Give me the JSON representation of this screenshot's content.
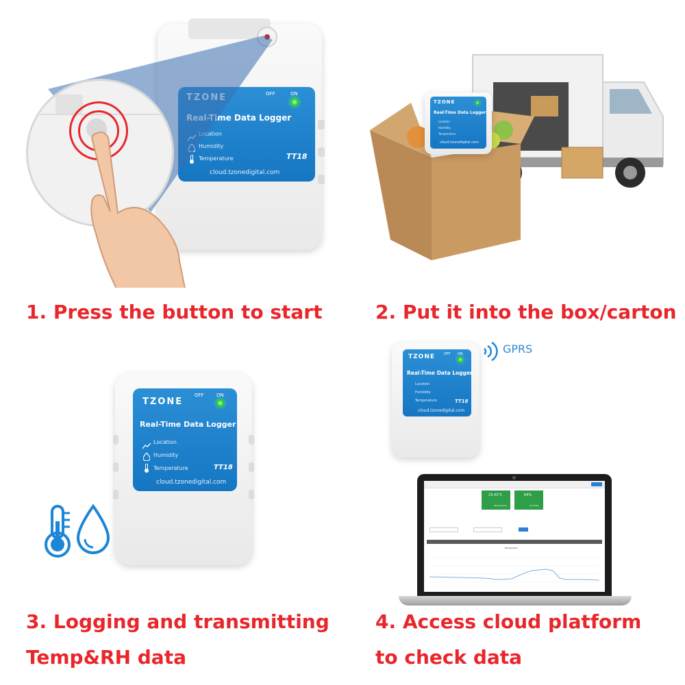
{
  "steps": [
    {
      "caption": "1. Press the button to start"
    },
    {
      "caption": "2. Put it into the box/carton"
    },
    {
      "caption_line1": "3. Logging and transmitting",
      "caption_line2": "Temp&RH data"
    },
    {
      "caption_line1": "4. Access cloud platform",
      "caption_line2": "to check data"
    }
  ],
  "device": {
    "brand": "TZONE",
    "off_label": "OFF",
    "on_label": "ON",
    "title": "Real-Time Data Logger",
    "features": [
      "Location",
      "Humidity",
      "Temperature"
    ],
    "model": "TT18",
    "url": "cloud.tzonedigital.com"
  },
  "gprs_label": "GPRS",
  "laptop_screen": {
    "temperature_value": "23.43°C",
    "temperature_label": "Temperature",
    "humidity_value": "64%",
    "humidity_label": "Humidity",
    "chart_title": "Temperature"
  },
  "colors": {
    "caption": "#e8262b",
    "device_face": "#1b7fcb",
    "led": "#2fd42f",
    "tile": "#2e9e48"
  }
}
